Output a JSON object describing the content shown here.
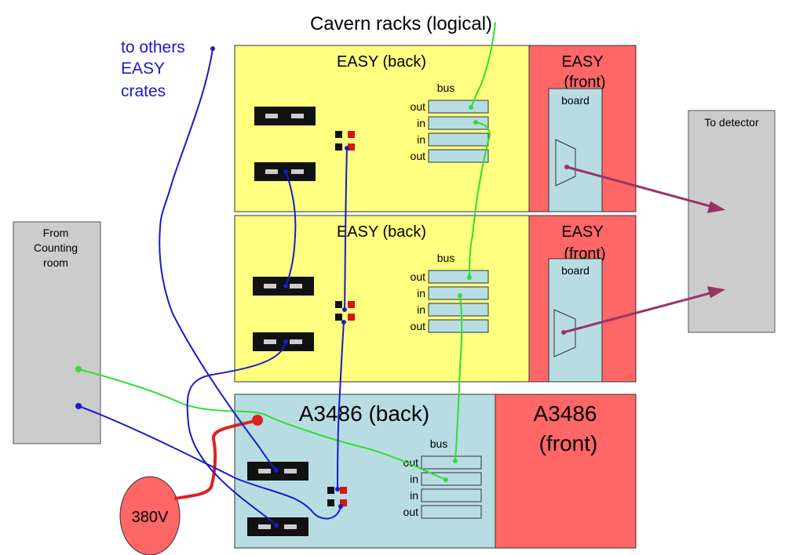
{
  "title": "Cavern racks (logical)",
  "note": [
    "to others",
    "EASY",
    "crates"
  ],
  "colors": {
    "yellow": "#ffff80",
    "red": "#ff6666",
    "lightblue": "#b7dde3",
    "gray": "#cccccc",
    "green": "#33dd33",
    "blue": "#1a1acc",
    "purple": "#993366",
    "power": "#dd2222"
  },
  "from_counting_room": [
    "From",
    "Counting",
    "room"
  ],
  "to_detector": "To detector",
  "easy_crates": [
    {
      "back_label": "EASY (back)",
      "front_label": [
        "EASY",
        "(front)"
      ],
      "board_label": "board"
    },
    {
      "back_label": "EASY (back)",
      "front_label": [
        "EASY",
        "(front)"
      ],
      "board_label": "board"
    }
  ],
  "a3486": {
    "back_label": "A3486 (back)",
    "front_label": [
      "A3486",
      "(front)"
    ]
  },
  "bus": {
    "title": "bus",
    "ports": [
      "out",
      "in",
      "in",
      "out"
    ]
  },
  "power_source": "380V"
}
